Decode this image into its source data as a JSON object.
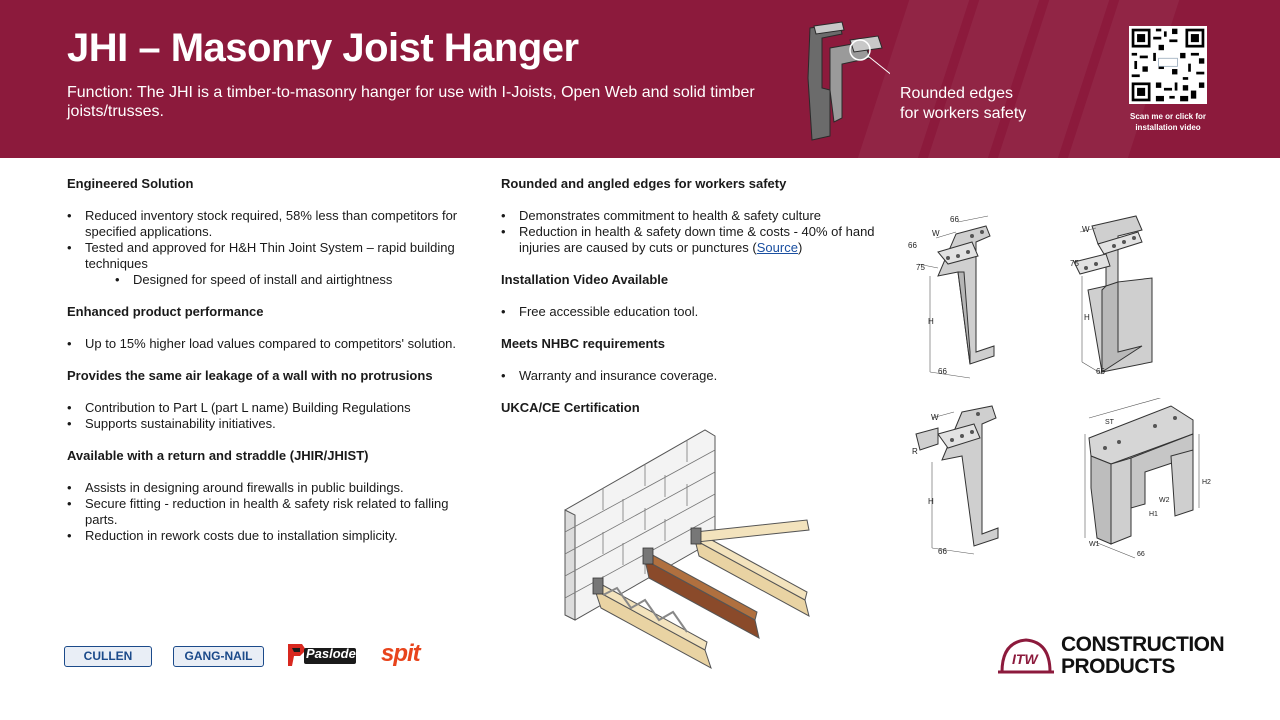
{
  "colors": {
    "brand": "#8c1a3c",
    "link": "#1a4fa0",
    "spit": "#e8441c",
    "cullen": "#1b4a8a"
  },
  "header": {
    "title": "JHI – Masonry Joist Hanger",
    "function": "Function: The JHI is a timber-to-masonry hanger for use with I-Joists, Open Web and solid timber joists/trusses.",
    "callout_line1": "Rounded edges",
    "callout_line2": "for workers safety",
    "qr_caption_line1": "Scan me or click for",
    "qr_caption_line2": "installation video"
  },
  "left": {
    "s1_head": "Engineered Solution",
    "s1_b1": "Reduced inventory stock required, 58% less than competitors for specified applications.",
    "s1_b2": "Tested and approved for H&H Thin Joint System – rapid building techniques",
    "s1_sub1": "Designed for speed of install and airtightness",
    "s2_head": "Enhanced product performance",
    "s2_b1": "Up to 15% higher load values compared to competitors' solution.",
    "s3_head": "Provides the same air leakage of a wall with no protrusions",
    "s3_b1": "Contribution to Part L (part L name) Building Regulations",
    "s3_b2": "Supports sustainability initiatives.",
    "s4_head": "Available with a return and straddle (JHIR/JHIST)",
    "s4_b1": "Assists in designing around firewalls in public buildings.",
    "s4_b2": "Secure fitting - reduction in health & safety risk related to falling parts.",
    "s4_b3": "Reduction in rework costs due to installation simplicity."
  },
  "middle": {
    "s1_head": "Rounded and angled edges for workers safety",
    "s1_b1": "Demonstrates commitment to health & safety culture",
    "s1_b2_text": "Reduction in health & safety down time & costs - 40% of hand injuries are caused by cuts or punctures (",
    "s1_b2_link": "Source",
    "s1_b2_end": ")",
    "s2_head": "Installation Video Available",
    "s2_b1": "Free accessible education tool.",
    "s3_head": "Meets NHBC requirements",
    "s3_b1": "Warranty and insurance coverage.",
    "s4_head": "UKCA/CE Certification"
  },
  "drawings": {
    "d1": {
      "w": "W",
      "dim_top": "66",
      "dim_side": "75",
      "h": "H",
      "dim_bottom": "66"
    },
    "d2": {
      "w": "W",
      "dim_side": "75",
      "h": "H",
      "dim_bottom": "66"
    },
    "d3": {
      "w": "W",
      "r": "R",
      "h": "H",
      "dim_bottom": "66"
    },
    "d4": {
      "st": "ST",
      "h2": "H2",
      "w2": "W2",
      "h1": "H1",
      "w1": "W1",
      "dim_bottom": "66"
    }
  },
  "footer": {
    "cullen": "CULLEN",
    "gangnail": "GANG-NAIL",
    "paslode": "Paslode",
    "spit": "spit",
    "itw": "ITW",
    "cp_line1": "CONSTRUCTION",
    "cp_line2": "PRODUCTS"
  }
}
